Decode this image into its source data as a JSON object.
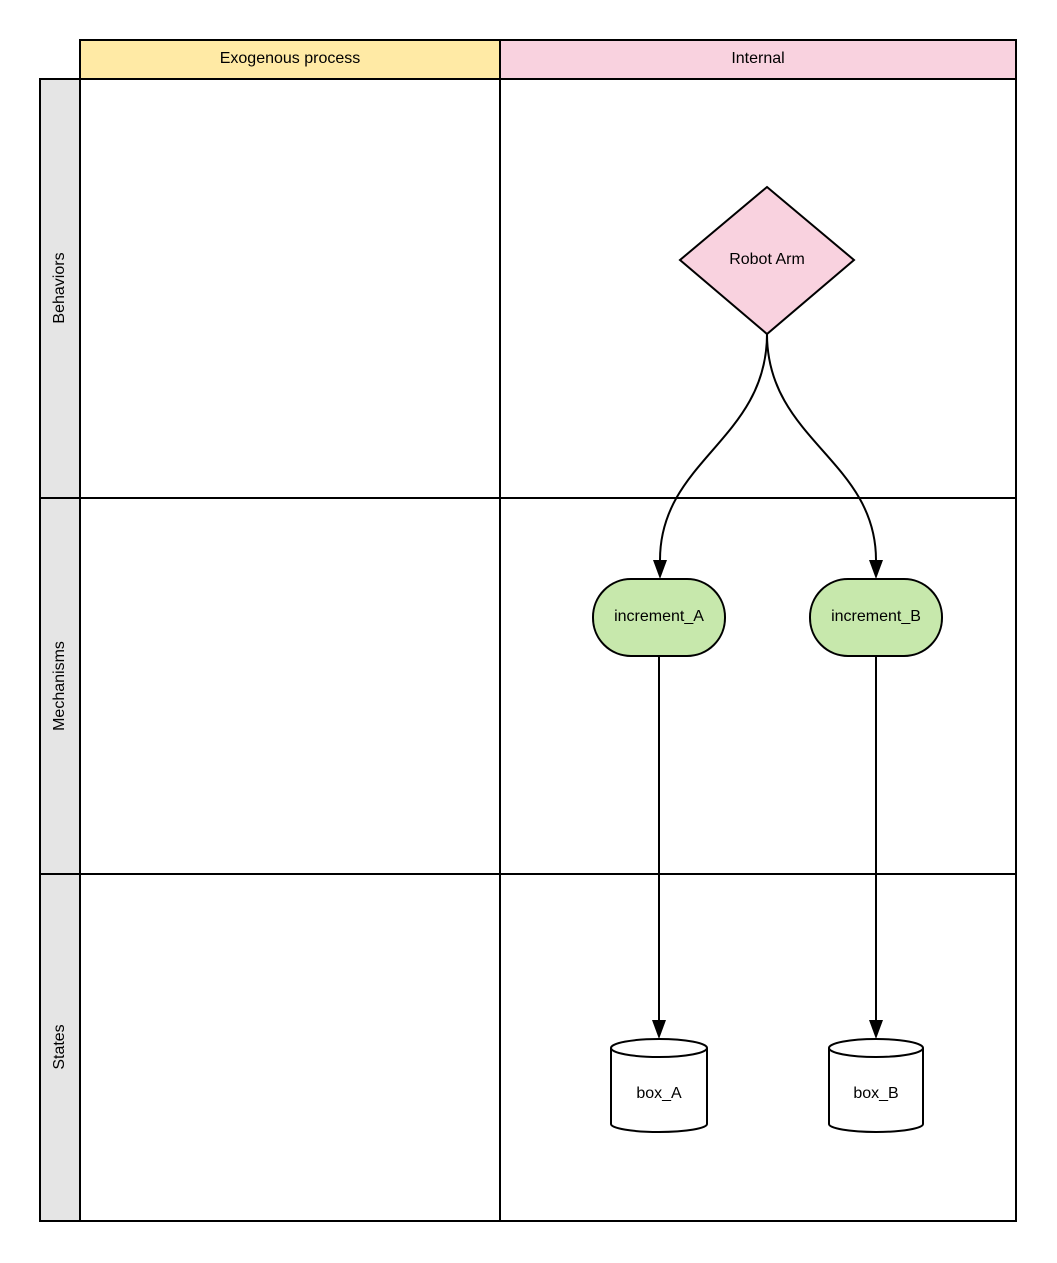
{
  "columns": [
    {
      "id": "exogenous",
      "label": "Exogenous process",
      "color": "#ffeaa5"
    },
    {
      "id": "internal",
      "label": "Internal",
      "color": "#f9d2df"
    }
  ],
  "rows": [
    {
      "id": "behaviors",
      "label": "Behaviors",
      "color": "#e5e5e5"
    },
    {
      "id": "mechanisms",
      "label": "Mechanisms",
      "color": "#e5e5e5"
    },
    {
      "id": "states",
      "label": "States",
      "color": "#e5e5e5"
    }
  ],
  "nodes": {
    "robot_arm": {
      "label": "Robot Arm",
      "shape": "diamond",
      "color": "#f9d2df"
    },
    "increment_a": {
      "label": "increment_A",
      "shape": "rounded-process",
      "color": "#c7e8ac"
    },
    "increment_b": {
      "label": "increment_B",
      "shape": "rounded-process",
      "color": "#c7e8ac"
    },
    "box_a": {
      "label": "box_A",
      "shape": "cylinder",
      "color": "#ffffff"
    },
    "box_b": {
      "label": "box_B",
      "shape": "cylinder",
      "color": "#ffffff"
    }
  },
  "edges": [
    {
      "from": "Robot Arm",
      "to": "increment_A"
    },
    {
      "from": "Robot Arm",
      "to": "increment_B"
    },
    {
      "from": "increment_A",
      "to": "box_A"
    },
    {
      "from": "increment_B",
      "to": "box_B"
    }
  ]
}
